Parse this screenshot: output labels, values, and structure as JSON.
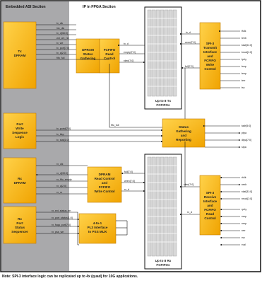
{
  "sections": {
    "asic": "Embedded ASI Section",
    "fpga": "IP in FPGA Section"
  },
  "blocks": {
    "tx_dpram": [
      "Tx",
      "DPRAM"
    ],
    "port_write": [
      "Port",
      "Write",
      "Sequence",
      "Logic"
    ],
    "rx_dpram": [
      "Rx",
      "DPRAM"
    ],
    "rx_port_status": [
      "Rx",
      "Port",
      "Status",
      "Sequencer"
    ],
    "dpram_status": [
      "DPRAM",
      "Status",
      "Gathering"
    ],
    "fcfifo_read": [
      "FCFIFO",
      "Read",
      "Control"
    ],
    "tx_fcfifos": [
      "Up to 8 Tx",
      "FCFIFOs"
    ],
    "spi3_tx": [
      "SPI-3",
      "Transmit",
      "Interface",
      "and",
      "FCFIFO",
      "Write",
      "Control"
    ],
    "status_gathering": [
      "Status",
      "Gathering",
      "and",
      "Reporting"
    ],
    "dpram_read": [
      "DPRAM",
      "Read Control",
      "and",
      "FCFIFO",
      "Write Control"
    ],
    "rx_fcfifos": [
      "Up to 8 Rx",
      "FCFIFOs"
    ],
    "spi3_rx": [
      "SPI-3",
      "Receive",
      "Interface",
      "and",
      "FCFIFO",
      "Read",
      "Control"
    ],
    "mux": [
      "4-to-1",
      "PL3 Interface",
      "to PSS MUX"
    ]
  },
  "signals": {
    "tx_left": [
      "tx_clk",
      "lnk_dis",
      "tx_d[38:0]",
      "wd_cnt_rst",
      "tx_we",
      "tx_port[7:0]",
      "tx_a[2:0]",
      "fifo_full"
    ],
    "tx_mid": [
      "tx_d",
      "empty[7:0]",
      "rden[7:0]"
    ],
    "tx_fifo_right": [
      "tx_d",
      "wren[7:0]",
      "full[7:0]"
    ],
    "tx_out": [
      "tfclk",
      "tenb",
      "tdat[31:0]",
      "tmod[1:0]",
      "tprty",
      "tsop",
      "teop",
      "terr",
      "tsx"
    ],
    "port_write": [
      "tx_portd[7:0]",
      "tx_bkp",
      "tx_stat[1:0]"
    ],
    "fifo_full_mid": "fifo_full",
    "status_out": [
      "tadr[5:0]",
      "ptpa",
      "dtpa[7:0]",
      "stpa"
    ],
    "rx_left": [
      "rx_clk",
      "rx_d[39:0]",
      "rx_fifo_empty",
      "rx_a[2:0]",
      "rx_re"
    ],
    "rx_mid": [
      "full[7:0]",
      "wren[7:0]",
      "rx_d"
    ],
    "rx_fifo_right": [
      "rden[7:0]",
      "rx_d"
    ],
    "rx_in": [
      "rfclk",
      "renb",
      "rdat[31:0]",
      "rmod[1:0]",
      "rprty",
      "rsop",
      "reop",
      "rerr",
      "rsx",
      "rval"
    ],
    "rx_status": [
      "rx_ext_status_en",
      "rx_port_status[1:0]",
      "rx_fsqa_port[7:0]",
      "rx_pss_we"
    ]
  },
  "note": "Note: SPI-3 interface logic can be replicated up to 4x (quad) for 10G applications."
}
